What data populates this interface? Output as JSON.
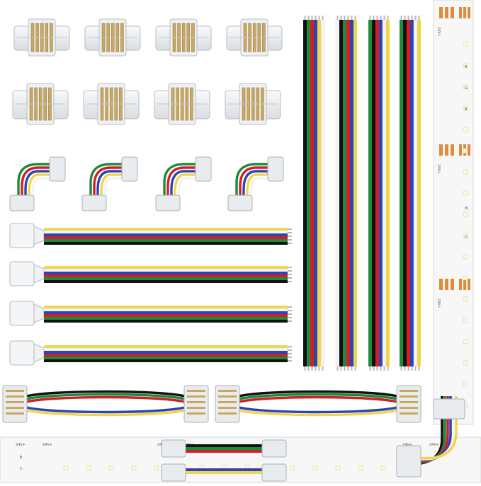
{
  "colors": {
    "white": "#f4f4f4",
    "yellow": "#f2d64a",
    "blue": "#2b44b8",
    "red": "#d21f26",
    "green": "#1d8a3e",
    "black": "#111111",
    "copper": "#e08a3a",
    "connector": "#e9ecef",
    "gold": "#c9a861",
    "strip": "#f7f7f7"
  },
  "strip_labels": {
    "positive": "24V+",
    "red": "R",
    "green": "G",
    "blue": "B",
    "white": "W",
    "common": "C-"
  }
}
